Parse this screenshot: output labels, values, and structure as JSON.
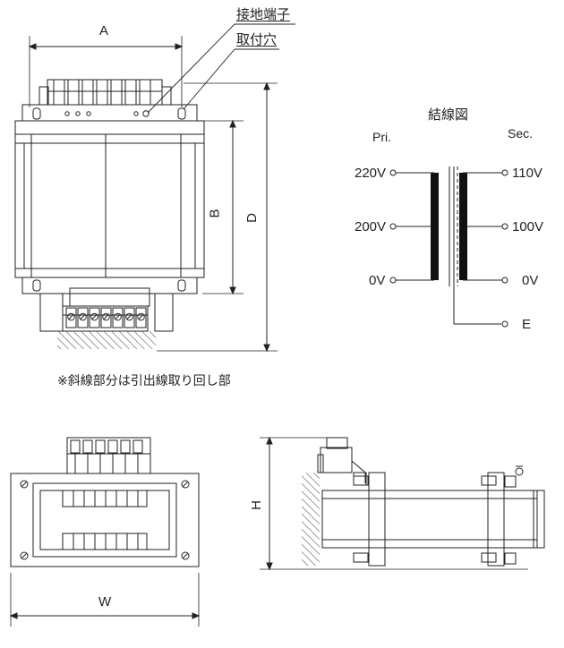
{
  "labels": {
    "ground_terminal": "接地端子",
    "mounting_hole": "取付穴",
    "dim_A": "A",
    "dim_B": "B",
    "dim_D": "D",
    "dim_W": "W",
    "dim_H": "H",
    "note": "※斜線部分は引出線取り回し部"
  },
  "wiring": {
    "title": "結線図",
    "primary_label": "Pri.",
    "secondary_label": "Sec.",
    "primary_taps": [
      "220V",
      "200V",
      "0V"
    ],
    "secondary_taps": [
      "110V",
      "100V",
      "0V"
    ],
    "earth": "E"
  },
  "colors": {
    "line": "#222222",
    "core": "#111111",
    "hatch": "#555555"
  }
}
